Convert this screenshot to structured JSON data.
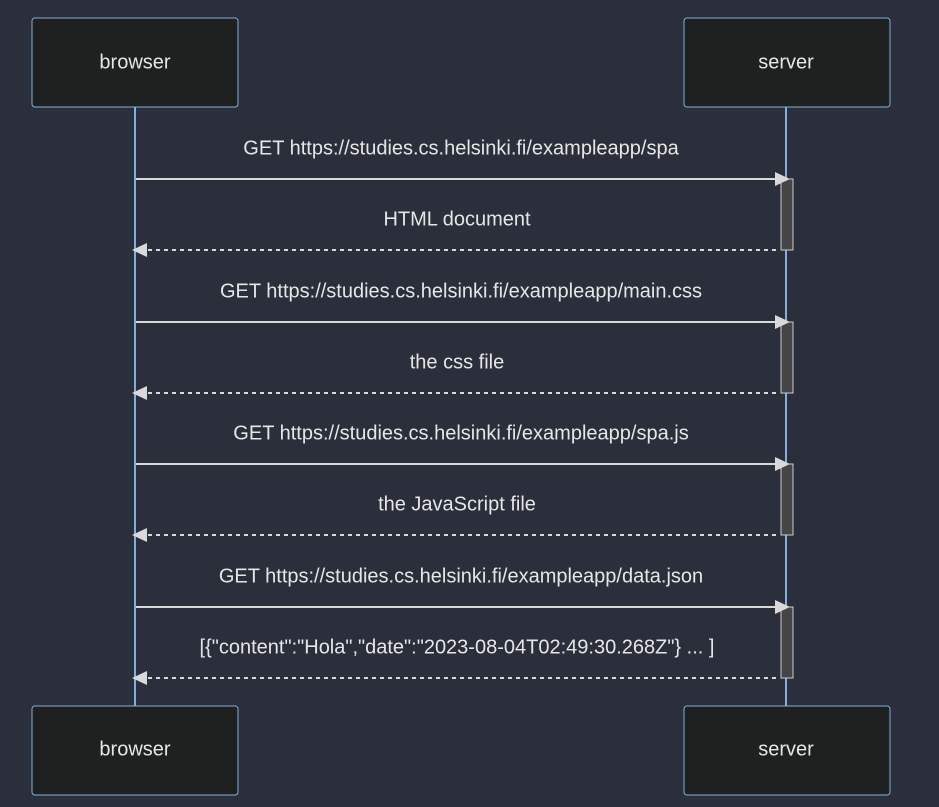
{
  "participants": [
    {
      "id": "browser",
      "label": "browser"
    },
    {
      "id": "server",
      "label": "server"
    }
  ],
  "messages": [
    {
      "from": "browser",
      "to": "server",
      "text": "GET https://studies.cs.helsinki.fi/exampleapp/spa",
      "dashed": false
    },
    {
      "from": "server",
      "to": "browser",
      "text": "HTML document",
      "dashed": true
    },
    {
      "from": "browser",
      "to": "server",
      "text": "GET https://studies.cs.helsinki.fi/exampleapp/main.css",
      "dashed": false
    },
    {
      "from": "server",
      "to": "browser",
      "text": "the css file",
      "dashed": true
    },
    {
      "from": "browser",
      "to": "server",
      "text": "GET https://studies.cs.helsinki.fi/exampleapp/spa.js",
      "dashed": false
    },
    {
      "from": "server",
      "to": "browser",
      "text": "the JavaScript file",
      "dashed": true
    },
    {
      "from": "browser",
      "to": "server",
      "text": "GET https://studies.cs.helsinki.fi/exampleapp/data.json",
      "dashed": false
    },
    {
      "from": "server",
      "to": "browser",
      "text": "[{\"content\":\"Hola\",\"date\":\"2023-08-04T02:49:30.268Z\"} ... ]",
      "dashed": true
    }
  ],
  "colors": {
    "background": "#2a2f3b",
    "actor_fill": "#1f2020",
    "actor_border": "#81b1db",
    "lifeline": "#81b1db",
    "message_line": "#d9d9d9",
    "activation_fill": "#454545",
    "text": "#e6e6e6"
  }
}
